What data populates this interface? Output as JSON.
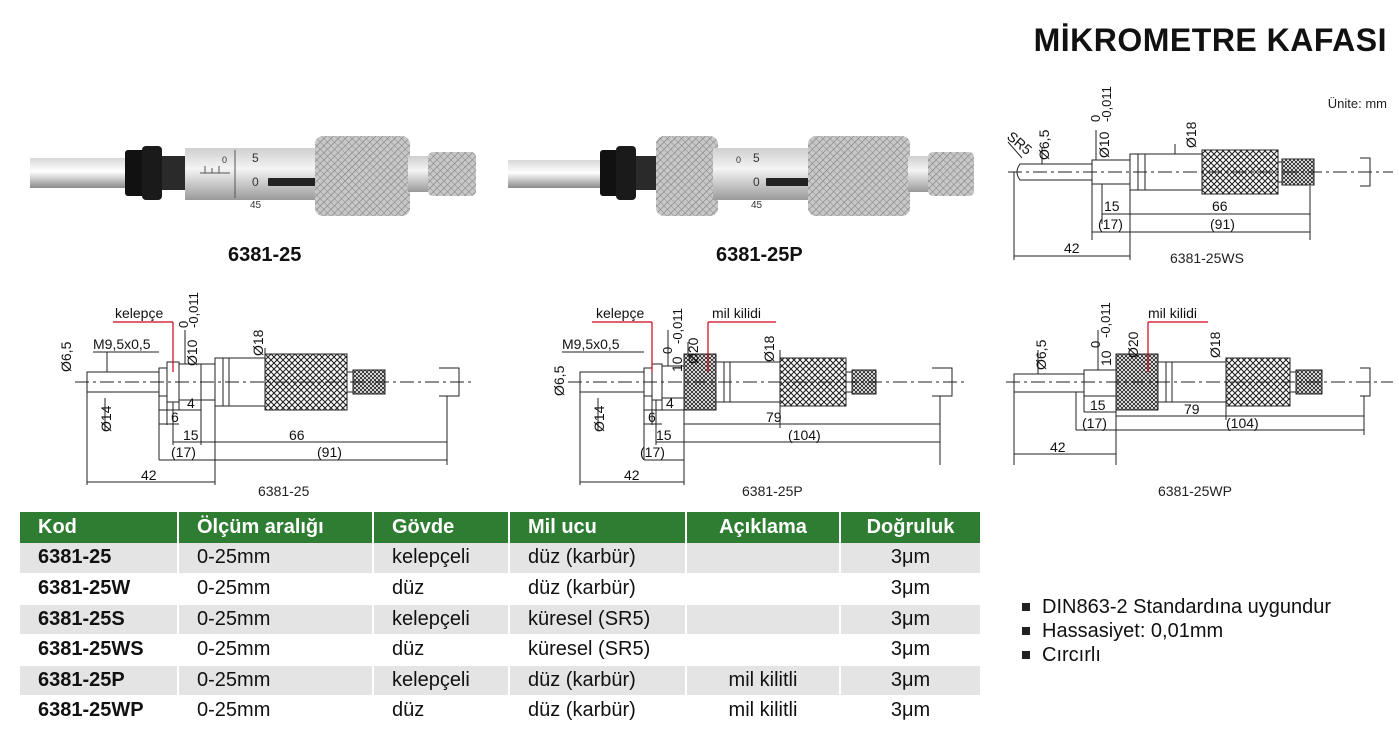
{
  "header": {
    "title": "MİKROMETRE KAFASI",
    "unit": "Ünite: mm"
  },
  "photos": [
    {
      "caption": "6381-25"
    },
    {
      "caption": "6381-25P"
    }
  ],
  "drawings": {
    "d25ws": {
      "caption": "6381-25WS",
      "sr": "SR5",
      "d1": "Ø6,5",
      "d2": "Ø10",
      "tol": "0",
      "tol2": "-0,011",
      "d3": "Ø18",
      "l1": "15",
      "l2": "66",
      "l3": "(17)",
      "l4": "(91)",
      "l5": "42"
    },
    "d25": {
      "caption": "6381-25",
      "clamp": "kelepçe",
      "thread": "M9,5x0,5",
      "d1": "Ø6,5",
      "d2": "Ø10",
      "tol": "0",
      "tol2": "-0,011",
      "d3": "Ø18",
      "d4": "Ø14",
      "l4mm": "4",
      "l6": "6",
      "l1": "15",
      "l2": "66",
      "l3": "(17)",
      "l5": "(91)",
      "l42": "42"
    },
    "d25p": {
      "caption": "6381-25P",
      "clamp": "kelepçe",
      "lock": "mil kilidi",
      "thread": "M9,5x0,5",
      "d1": "Ø6,5",
      "d2": "Ø20",
      "d3": "10",
      "tol": "0",
      "tol2": "-0,011",
      "d4": "Ø18",
      "d5": "Ø14",
      "l4mm": "4",
      "l6": "6",
      "l1": "15",
      "l79": "79",
      "l3": "(17)",
      "l104": "(104)",
      "l42": "42"
    },
    "d25wp": {
      "caption": "6381-25WP",
      "lock": "mil kilidi",
      "d1": "Ø6,5",
      "d2": "10",
      "tol": "0",
      "tol2": "-0,011",
      "d3": "Ø20",
      "d4": "Ø18",
      "l1": "15",
      "l79": "79",
      "l3": "(17)",
      "l104": "(104)",
      "l42": "42"
    }
  },
  "table": {
    "headers": [
      "Kod",
      "Ölçüm aralığı",
      "Gövde",
      "Mil ucu",
      "Açıklama",
      "Doğruluk"
    ],
    "rows": [
      [
        "6381-25",
        "0-25mm",
        "kelepçeli",
        "düz (karbür)",
        "",
        "3μm"
      ],
      [
        "6381-25W",
        "0-25mm",
        "düz",
        "düz (karbür)",
        "",
        "3μm"
      ],
      [
        "6381-25S",
        "0-25mm",
        "kelepçeli",
        "küresel (SR5)",
        "",
        "3μm"
      ],
      [
        "6381-25WS",
        "0-25mm",
        "düz",
        "küresel (SR5)",
        "",
        "3μm"
      ],
      [
        "6381-25P",
        "0-25mm",
        "kelepçeli",
        "düz (karbür)",
        "mil kilitli",
        "3μm"
      ],
      [
        "6381-25WP",
        "0-25mm",
        "düz",
        "düz (karbür)",
        "mil kilitli",
        "3μm"
      ]
    ]
  },
  "features": [
    "DIN863-2 Standardına uygundur",
    "Hassasiyet: 0,01mm",
    "Cırcırlı"
  ],
  "colors": {
    "header_green": "#2e7d32",
    "row_gray": "#e4e4e4",
    "marker_red": "#d0021b"
  }
}
